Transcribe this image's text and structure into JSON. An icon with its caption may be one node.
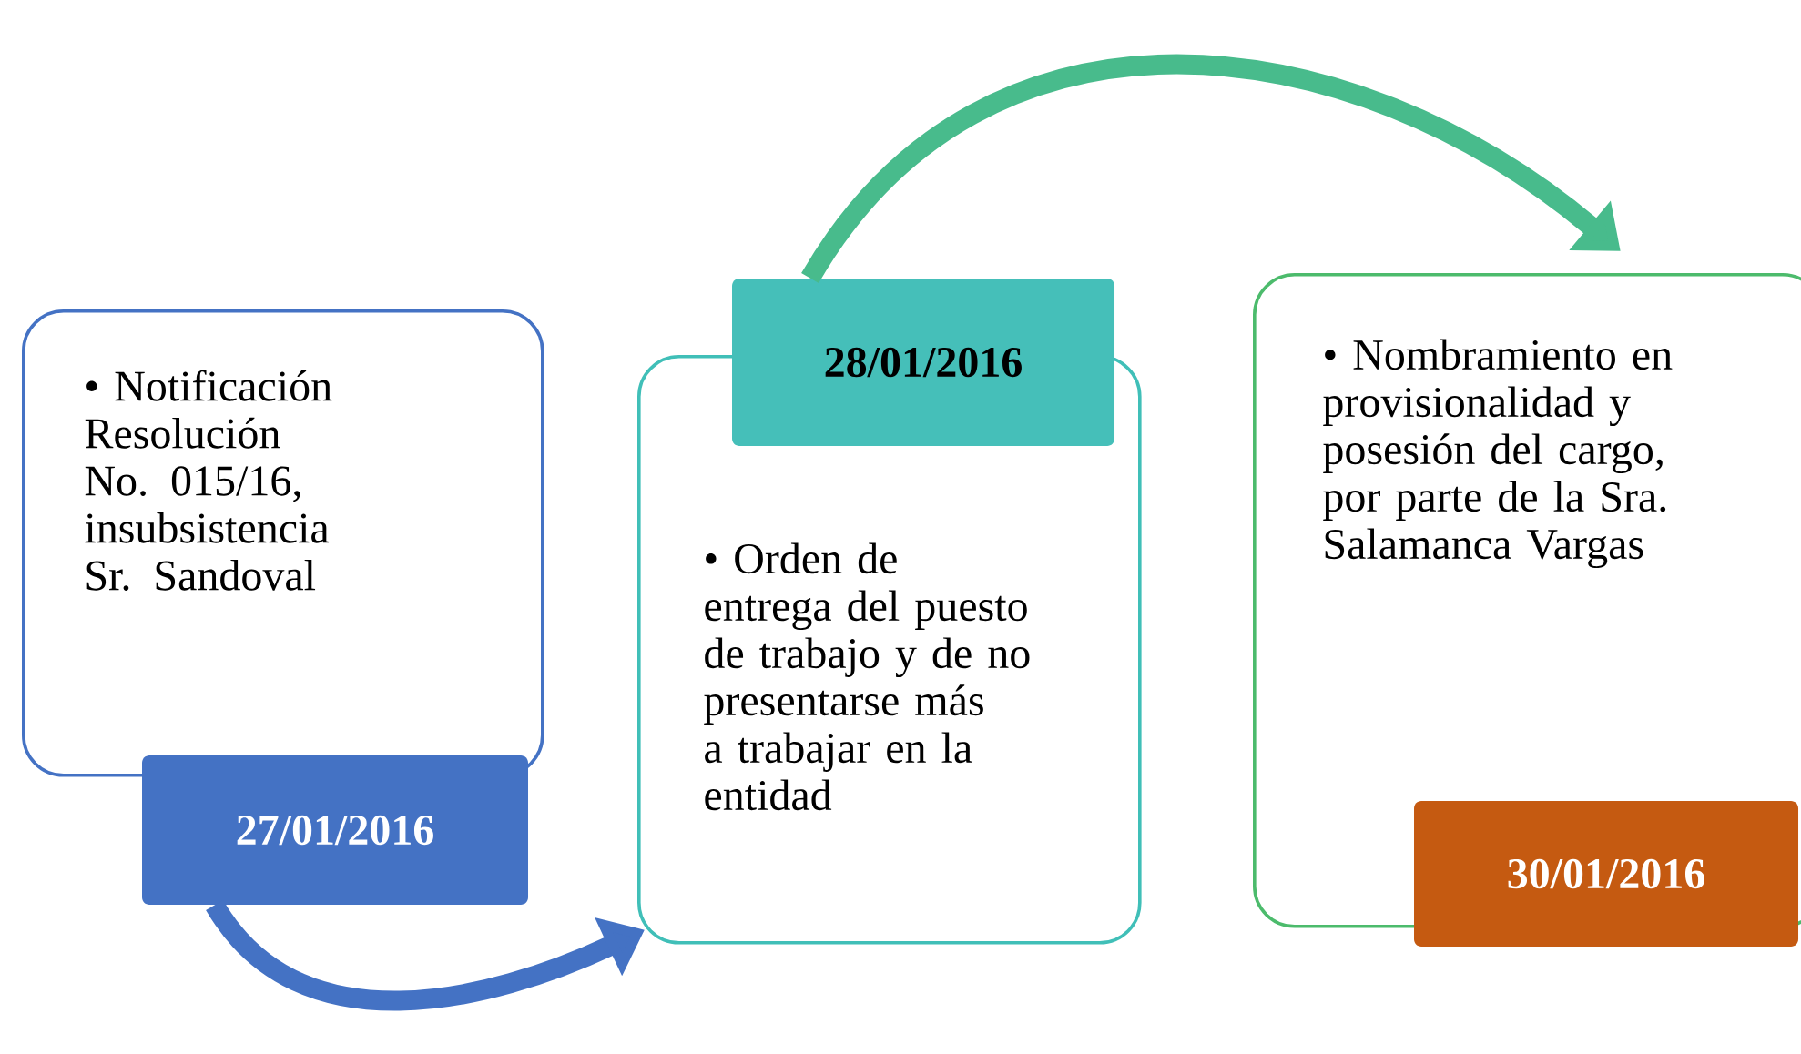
{
  "diagram": {
    "nodes": [
      {
        "text": [
          "• Notificación Resolución No. 015/16, insubsistencia Sr. Sandoval"
        ]
      },
      {
        "text": [
          "27/01/2016"
        ]
      },
      {
        "text": [
          "28/01/2016"
        ]
      },
      {
        "text": [
          "• Orden de entrega del puesto de trabajo y de no presentarse más a trabajar en la entidad"
        ]
      },
      {
        "text": [
          "• Nombramiento en provisionalidad y posesión del cargo, por parte de la Sra. Salamanca Vargas"
        ]
      },
      {
        "text": [
          "30/01/2016"
        ]
      }
    ],
    "edges": [
      {
        "from": 1,
        "to": 3,
        "arrow": "to",
        "color": "#4472c4"
      },
      {
        "from": 2,
        "to": 4,
        "arrow": "to",
        "color": "#48bb8c"
      }
    ]
  }
}
